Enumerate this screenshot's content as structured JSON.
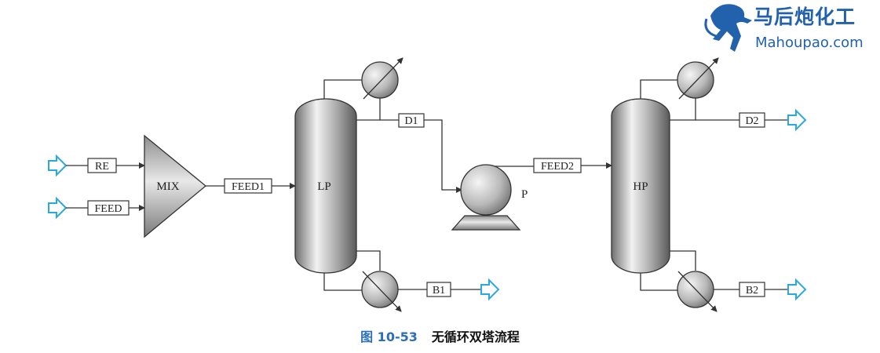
{
  "watermark": {
    "cn": "马后炮化工",
    "en": "Mahoupao.com"
  },
  "units": {
    "mixer": "MIX",
    "lp_column": "LP",
    "pump": "P",
    "hp_column": "HP"
  },
  "streams": {
    "re": "RE",
    "feed": "FEED",
    "feed1": "FEED1",
    "d1": "D1",
    "b1": "B1",
    "feed2": "FEED2",
    "d2": "D2",
    "b2": "B2"
  },
  "caption": {
    "number": "图 10-53",
    "text": "无循环双塔流程"
  },
  "colors": {
    "arrow": "#2aa8e0",
    "caption": "#2a6fb8",
    "logo": "#2262ad",
    "line": "#333333"
  }
}
